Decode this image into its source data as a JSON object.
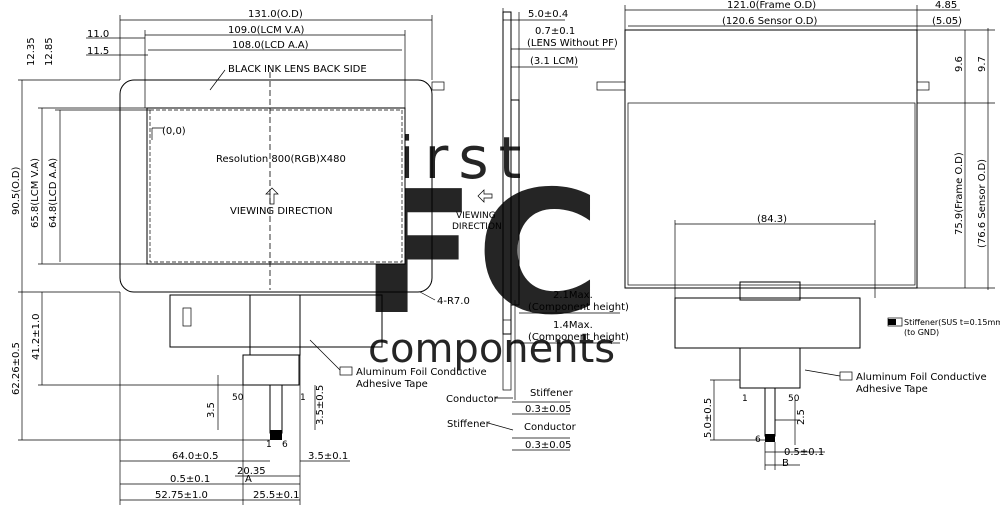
{
  "watermark": {
    "word_top": "first",
    "letters": "FC",
    "word_bottom": "components",
    "color": "#c9dcf0"
  },
  "front": {
    "dim_outer_width": "131.0(O.D)",
    "dim_lcm_va": "109.0(LCM V.A)",
    "dim_lcd_aa": "108.0(LCD A.A)",
    "dim_11_0": "11.0",
    "dim_11_5": "11.5",
    "dim_12_35": "12.35",
    "dim_12_85": "12.85",
    "dim_90_5": "90.5(O.D)",
    "dim_65_8": "65.8(LCM V.A)",
    "dim_64_8": "64.8(LCD A.A)",
    "dim_62_26": "62.26±0.5",
    "dim_41_2": "41.2±1.0",
    "dim_3_5_a": "3.5",
    "dim_3_5_b": "3.5±0.5",
    "dim_3_5_c": "3.5±0.1",
    "dim_64_0": "64.0±0.5",
    "dim_20_35": "20.35",
    "dim_0_5": "0.5±0.1",
    "label_a": "A",
    "dim_52_75": "52.75±1.0",
    "dim_25_5": "25.5±0.1",
    "ink_label": "BLACK INK LENS BACK SIDE",
    "origin": "(0,0)",
    "resolution": "Resolution 800(RGB)X480",
    "viewing": "VIEWING DIRECTION",
    "radius": "4-R7.0",
    "pin_50": "50",
    "pin_1": "1",
    "pin_1b": "1",
    "pin_6": "6",
    "legend_line1": "Aluminum Foil Conductive",
    "legend_line2": "Adhesive Tape"
  },
  "side": {
    "dim_5_0": "5.0±0.4",
    "dim_0_7": "0.7±0.1",
    "lens_without_pf": "(LENS Without PF)",
    "dim_3_1": "(3.1 LCM)",
    "viewing1": "VIEWING",
    "viewing2": "DIRECTION",
    "max_2_1": "2.1Max.",
    "component_height_1": "(Component height)",
    "max_1_4": "1.4Max.",
    "component_height_2": "(Component height)",
    "stiffener_1": "Stiffener",
    "conductor_1": "Conductor",
    "dim_0_3_a": "0.3±0.05",
    "stiffener_2": "Stiffener",
    "conductor_2": "Conductor",
    "dim_0_3_b": "0.3±0.05"
  },
  "back": {
    "dim_121_0": "121.0(Frame O.D)",
    "dim_120_6": "(120.6 Sensor O.D)",
    "dim_4_85": "4.85",
    "dim_5_05": "(5.05)",
    "dim_9_6": "9.6",
    "dim_9_7": "9.7",
    "dim_75_9": "75.9(Frame O.D)",
    "dim_76_6": "(76.6 Sensor O.D)",
    "dim_84_3": "(84.3)",
    "stiffener_note1": "Stiffener(SUS t=0.15mm)",
    "stiffener_note2": "(to GND)",
    "legend_line1": "Aluminum Foil Conductive",
    "legend_line2": "Adhesive Tape",
    "pin_1": "1",
    "pin_50": "50",
    "dim_5_0": "5.0±0.5",
    "dim_2_5": "2.5",
    "pin_6": "6",
    "dim_0_5": "0.5±0.1",
    "label_b": "B"
  }
}
